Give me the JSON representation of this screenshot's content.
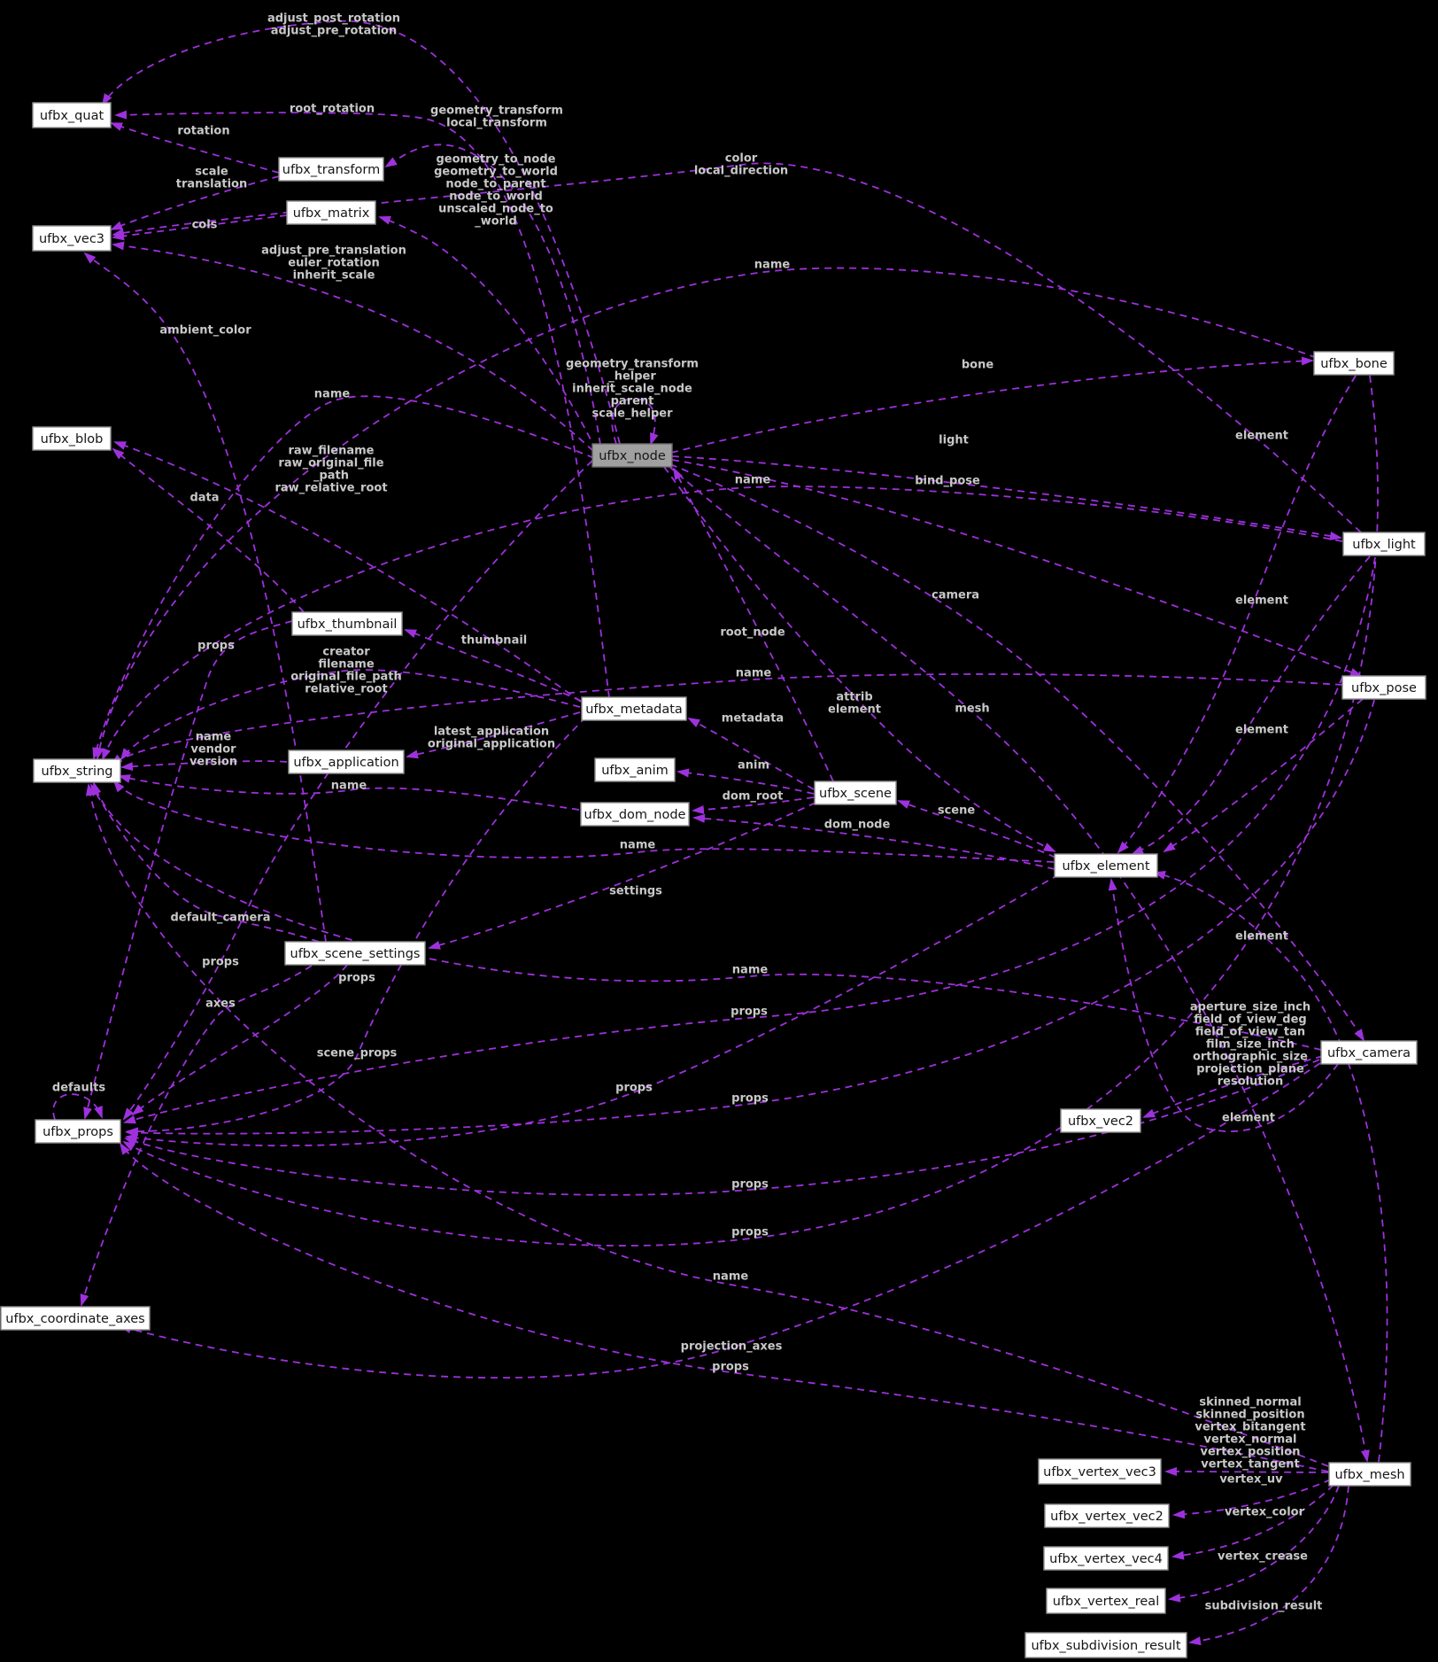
{
  "diagram": {
    "kind": "collaboration-graph",
    "highlighted_node": "ufbx_node"
  },
  "colors": {
    "background": "#000000",
    "edge": "#9e31dd",
    "edge_label": "#c8c8c8",
    "node_fill": "#ffffff",
    "node_border": "#8f8f8f",
    "node_text": "#161616",
    "highlight_fill": "#a0a0a0",
    "highlight_border": "#6d6d6d"
  },
  "nodes": [
    {
      "id": "ufbx_quat",
      "label": "ufbx_quat",
      "highlighted": false
    },
    {
      "id": "ufbx_transform",
      "label": "ufbx_transform",
      "highlighted": false
    },
    {
      "id": "ufbx_matrix",
      "label": "ufbx_matrix",
      "highlighted": false
    },
    {
      "id": "ufbx_vec3",
      "label": "ufbx_vec3",
      "highlighted": false
    },
    {
      "id": "ufbx_blob",
      "label": "ufbx_blob",
      "highlighted": false
    },
    {
      "id": "ufbx_node",
      "label": "ufbx_node",
      "highlighted": true
    },
    {
      "id": "ufbx_bone",
      "label": "ufbx_bone",
      "highlighted": false
    },
    {
      "id": "ufbx_light",
      "label": "ufbx_light",
      "highlighted": false
    },
    {
      "id": "ufbx_pose",
      "label": "ufbx_pose",
      "highlighted": false
    },
    {
      "id": "ufbx_thumbnail",
      "label": "ufbx_thumbnail",
      "highlighted": false
    },
    {
      "id": "ufbx_metadata",
      "label": "ufbx_metadata",
      "highlighted": false
    },
    {
      "id": "ufbx_string",
      "label": "ufbx_string",
      "highlighted": false
    },
    {
      "id": "ufbx_application",
      "label": "ufbx_application",
      "highlighted": false
    },
    {
      "id": "ufbx_anim",
      "label": "ufbx_anim",
      "highlighted": false
    },
    {
      "id": "ufbx_dom_node",
      "label": "ufbx_dom_node",
      "highlighted": false
    },
    {
      "id": "ufbx_scene",
      "label": "ufbx_scene",
      "highlighted": false
    },
    {
      "id": "ufbx_element",
      "label": "ufbx_element",
      "highlighted": false
    },
    {
      "id": "ufbx_scene_settings",
      "label": "ufbx_scene_settings",
      "highlighted": false
    },
    {
      "id": "ufbx_camera",
      "label": "ufbx_camera",
      "highlighted": false
    },
    {
      "id": "ufbx_vec2",
      "label": "ufbx_vec2",
      "highlighted": false
    },
    {
      "id": "ufbx_props",
      "label": "ufbx_props",
      "highlighted": false
    },
    {
      "id": "ufbx_coordinate_axes",
      "label": "ufbx_coordinate_axes",
      "highlighted": false
    },
    {
      "id": "ufbx_mesh",
      "label": "ufbx_mesh",
      "highlighted": false
    },
    {
      "id": "ufbx_vertex_vec3",
      "label": "ufbx_vertex_vec3",
      "highlighted": false
    },
    {
      "id": "ufbx_vertex_vec2",
      "label": "ufbx_vertex_vec2",
      "highlighted": false
    },
    {
      "id": "ufbx_vertex_vec4",
      "label": "ufbx_vertex_vec4",
      "highlighted": false
    },
    {
      "id": "ufbx_vertex_real",
      "label": "ufbx_vertex_real",
      "highlighted": false
    },
    {
      "id": "ufbx_subdivision_result",
      "label": "ufbx_subdivision_result",
      "highlighted": false
    }
  ],
  "edges": [
    {
      "from": "ufbx_node",
      "to": "ufbx_quat",
      "label": "adjust_post_rotation\nadjust_pre_rotation"
    },
    {
      "from": "ufbx_metadata",
      "to": "ufbx_quat",
      "label": "root_rotation"
    },
    {
      "from": "ufbx_transform",
      "to": "ufbx_quat",
      "label": "rotation"
    },
    {
      "from": "ufbx_transform",
      "to": "ufbx_vec3",
      "label": "scale\ntranslation"
    },
    {
      "from": "ufbx_matrix",
      "to": "ufbx_vec3",
      "label": "cols"
    },
    {
      "from": "ufbx_node",
      "to": "ufbx_vec3",
      "label": "adjust_pre_translation\neuler_rotation\ninherit_scale"
    },
    {
      "from": "ufbx_light",
      "to": "ufbx_vec3",
      "label": "color\nlocal_direction"
    },
    {
      "from": "ufbx_scene_settings",
      "to": "ufbx_vec3",
      "label": "ambient_color"
    },
    {
      "from": "ufbx_node",
      "to": "ufbx_transform",
      "label": "geometry_transform\nlocal_transform"
    },
    {
      "from": "ufbx_node",
      "to": "ufbx_matrix",
      "label": "geometry_to_node\ngeometry_to_world\nnode_to_parent\nnode_to_world\nunscaled_node_to\n_world"
    },
    {
      "from": "ufbx_metadata",
      "to": "ufbx_blob",
      "label": "raw_filename\nraw_original_file\n_path\nraw_relative_root"
    },
    {
      "from": "ufbx_thumbnail",
      "to": "ufbx_blob",
      "label": "data"
    },
    {
      "from": "ufbx_node",
      "to": "ufbx_node",
      "label": "geometry_transform\n_helper\ninherit_scale_node\nparent\nscale_helper"
    },
    {
      "from": "ufbx_scene",
      "to": "ufbx_node",
      "label": "root_node"
    },
    {
      "from": "ufbx_node",
      "to": "ufbx_bone",
      "label": "bone"
    },
    {
      "from": "ufbx_node",
      "to": "ufbx_light",
      "label": "light"
    },
    {
      "from": "ufbx_node",
      "to": "ufbx_pose",
      "label": "bind_pose"
    },
    {
      "from": "ufbx_node",
      "to": "ufbx_camera",
      "label": "camera"
    },
    {
      "from": "ufbx_node",
      "to": "ufbx_mesh",
      "label": "mesh"
    },
    {
      "from": "ufbx_node",
      "to": "ufbx_element",
      "label": "attrib\nelement"
    },
    {
      "from": "ufbx_bone",
      "to": "ufbx_element",
      "label": "element"
    },
    {
      "from": "ufbx_light",
      "to": "ufbx_element",
      "label": "element"
    },
    {
      "from": "ufbx_pose",
      "to": "ufbx_element",
      "label": "element"
    },
    {
      "from": "ufbx_mesh",
      "to": "ufbx_element",
      "label": "element"
    },
    {
      "from": "ufbx_camera",
      "to": "ufbx_element",
      "label": "element"
    },
    {
      "from": "ufbx_element",
      "to": "ufbx_scene",
      "label": "scene"
    },
    {
      "from": "ufbx_scene",
      "to": "ufbx_metadata",
      "label": "metadata"
    },
    {
      "from": "ufbx_scene",
      "to": "ufbx_anim",
      "label": "anim"
    },
    {
      "from": "ufbx_scene",
      "to": "ufbx_dom_node",
      "label": "dom_root"
    },
    {
      "from": "ufbx_element",
      "to": "ufbx_dom_node",
      "label": "dom_node"
    },
    {
      "from": "ufbx_scene",
      "to": "ufbx_scene_settings",
      "label": "settings"
    },
    {
      "from": "ufbx_metadata",
      "to": "ufbx_thumbnail",
      "label": "thumbnail"
    },
    {
      "from": "ufbx_metadata",
      "to": "ufbx_application",
      "label": "latest_application\noriginal_application"
    },
    {
      "from": "ufbx_metadata",
      "to": "ufbx_string",
      "label": "creator\nfilename\noriginal_file_path\nrelative_root"
    },
    {
      "from": "ufbx_application",
      "to": "ufbx_string",
      "label": "name\nvendor\nversion"
    },
    {
      "from": "ufbx_bone",
      "to": "ufbx_string",
      "label": "name"
    },
    {
      "from": "ufbx_light",
      "to": "ufbx_string",
      "label": "name"
    },
    {
      "from": "ufbx_node",
      "to": "ufbx_string",
      "label": "name"
    },
    {
      "from": "ufbx_pose",
      "to": "ufbx_string",
      "label": "name"
    },
    {
      "from": "ufbx_dom_node",
      "to": "ufbx_string",
      "label": "name"
    },
    {
      "from": "ufbx_element",
      "to": "ufbx_string",
      "label": "name"
    },
    {
      "from": "ufbx_camera",
      "to": "ufbx_string",
      "label": "name"
    },
    {
      "from": "ufbx_mesh",
      "to": "ufbx_string",
      "label": "name"
    },
    {
      "from": "ufbx_scene_settings",
      "to": "ufbx_string",
      "label": "default_camera"
    },
    {
      "from": "ufbx_thumbnail",
      "to": "ufbx_props",
      "label": "props"
    },
    {
      "from": "ufbx_node",
      "to": "ufbx_props",
      "label": "props"
    },
    {
      "from": "ufbx_scene_settings",
      "to": "ufbx_props",
      "label": "props"
    },
    {
      "from": "ufbx_light",
      "to": "ufbx_props",
      "label": "props"
    },
    {
      "from": "ufbx_pose",
      "to": "ufbx_props",
      "label": "props"
    },
    {
      "from": "ufbx_element",
      "to": "ufbx_props",
      "label": "props"
    },
    {
      "from": "ufbx_camera",
      "to": "ufbx_props",
      "label": "props"
    },
    {
      "from": "ufbx_bone",
      "to": "ufbx_props",
      "label": "props"
    },
    {
      "from": "ufbx_mesh",
      "to": "ufbx_props",
      "label": "props"
    },
    {
      "from": "ufbx_metadata",
      "to": "ufbx_props",
      "label": "scene_props"
    },
    {
      "from": "ufbx_props",
      "to": "ufbx_props",
      "label": "defaults"
    },
    {
      "from": "ufbx_scene_settings",
      "to": "ufbx_coordinate_axes",
      "label": "axes"
    },
    {
      "from": "ufbx_camera",
      "to": "ufbx_coordinate_axes",
      "label": "projection_axes"
    },
    {
      "from": "ufbx_camera",
      "to": "ufbx_vec2",
      "label": "aperture_size_inch\nfield_of_view_deg\nfield_of_view_tan\nfilm_size_inch\northographic_size\nprojection_plane\nresolution"
    },
    {
      "from": "ufbx_mesh",
      "to": "ufbx_vertex_vec3",
      "label": "skinned_normal\nskinned_position\nvertex_bitangent\nvertex_normal\nvertex_position\nvertex_tangent"
    },
    {
      "from": "ufbx_mesh",
      "to": "ufbx_vertex_vec2",
      "label": "vertex_uv"
    },
    {
      "from": "ufbx_mesh",
      "to": "ufbx_vertex_vec4",
      "label": "vertex_color"
    },
    {
      "from": "ufbx_mesh",
      "to": "ufbx_vertex_real",
      "label": "vertex_crease"
    },
    {
      "from": "ufbx_mesh",
      "to": "ufbx_subdivision_result",
      "label": "subdivision_result"
    }
  ]
}
